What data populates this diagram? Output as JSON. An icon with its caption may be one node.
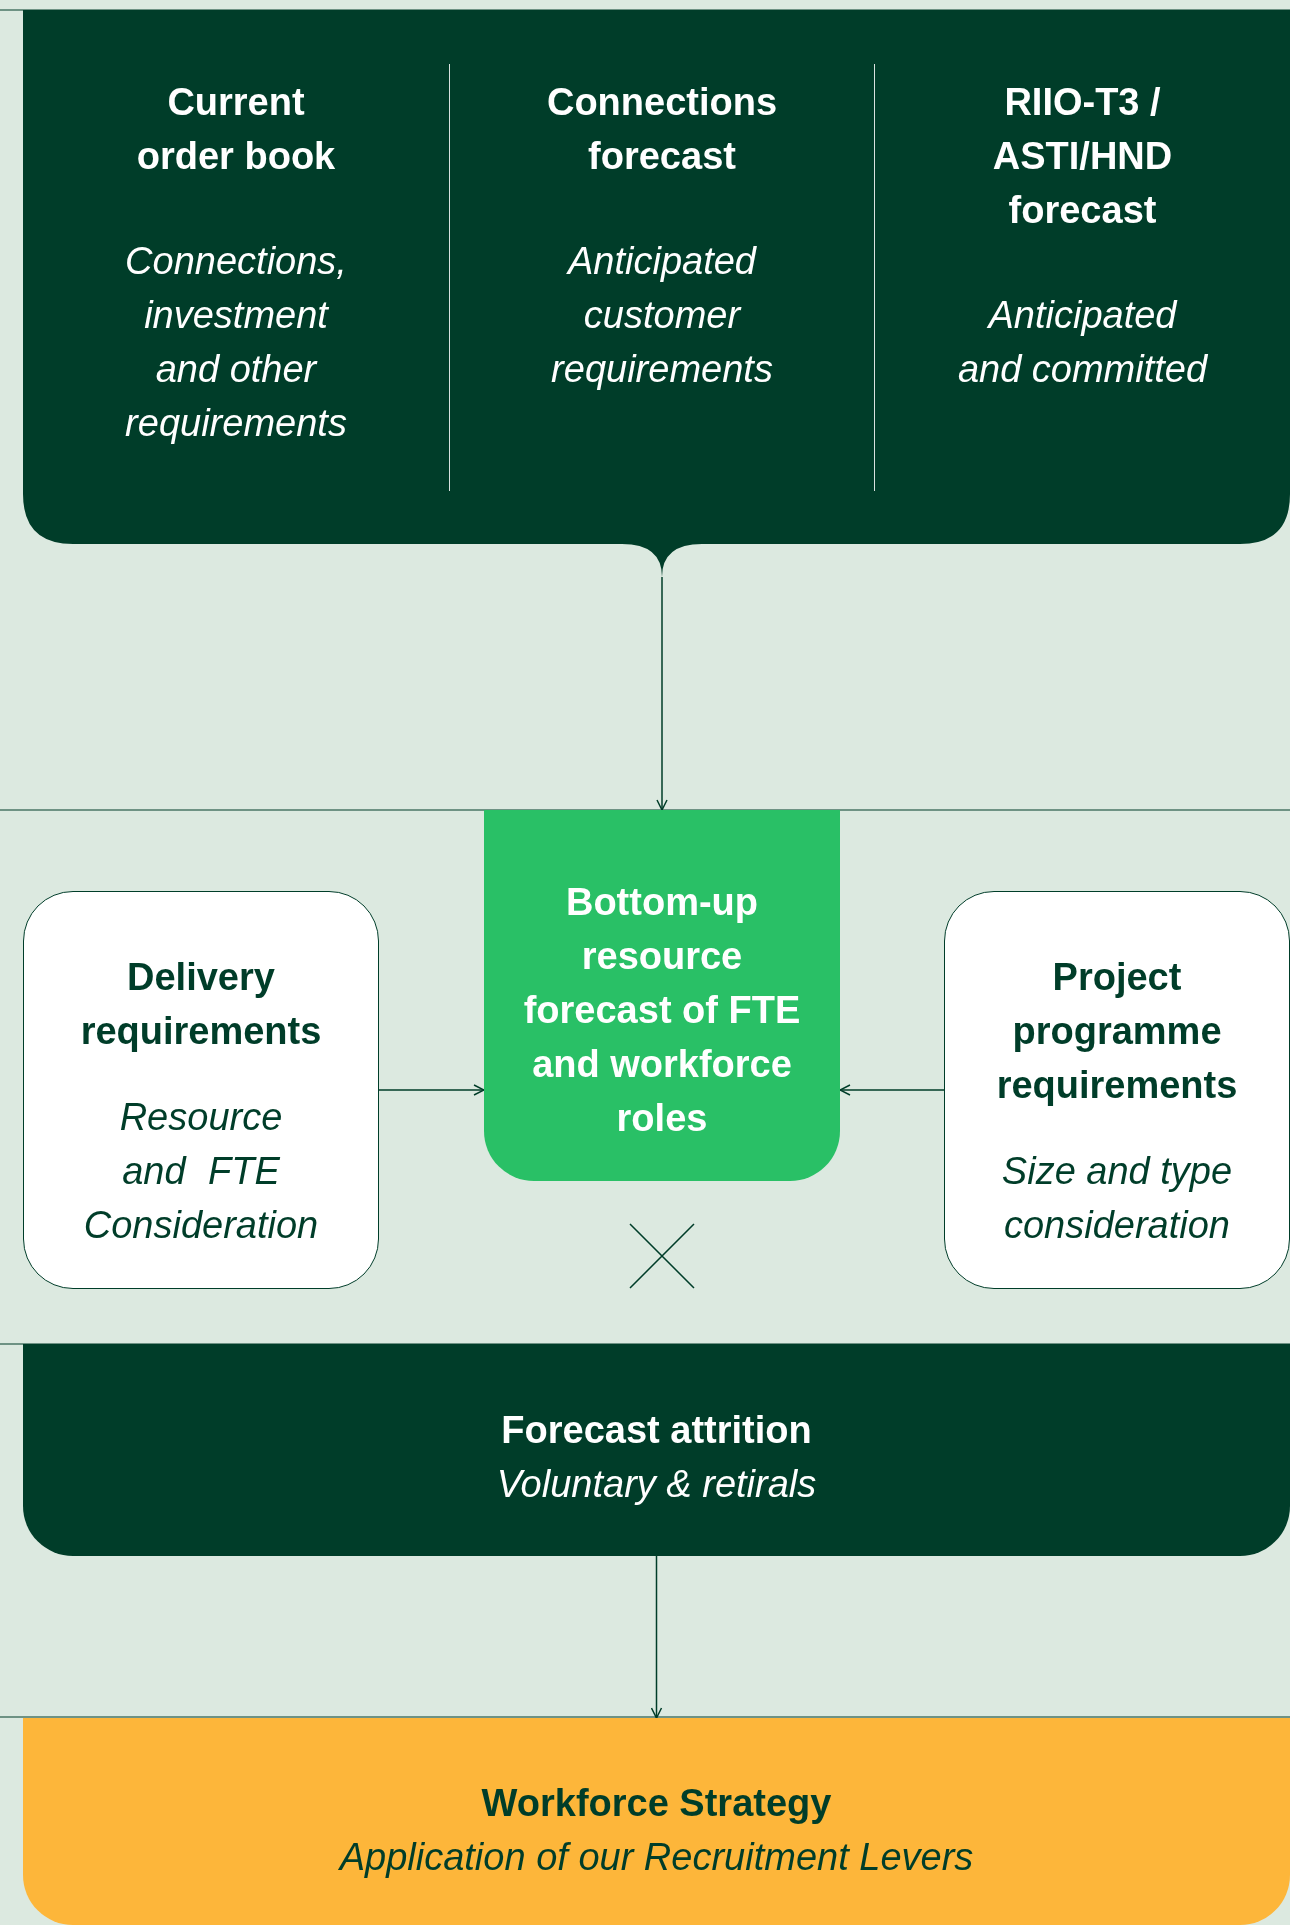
{
  "diagram": {
    "nodes": [
      {
        "text": [],
        "shape": "box"
      },
      {
        "text": [
          "Current order book",
          "Connections, investment and other requirements"
        ],
        "in": 0
      },
      {
        "text": [
          "Connections forecast",
          "Anticipated customer requirements"
        ],
        "in": 0
      },
      {
        "text": [
          "RIIO-T3 / ASTI/HND forecast",
          "Anticipated and committed"
        ],
        "in": 0
      },
      {
        "text": [
          "Bottom-up resource forecast of FTE and workforce roles"
        ]
      },
      {
        "text": [
          "Delivery requirements",
          "Resource and FTE Consideration"
        ]
      },
      {
        "text": [
          "Project programme requirements",
          "Size and type consideration"
        ]
      },
      {
        "text": [
          "Forecast attrition",
          "Voluntary & retirals"
        ]
      },
      {
        "text": [
          "Workforce Strategy",
          "Application of our Recruitment Levers"
        ]
      }
    ],
    "edges": [
      {
        "from": 0,
        "to": 4,
        "arrow": "to"
      },
      {
        "from": 5,
        "to": 4,
        "arrow": "to"
      },
      {
        "from": 6,
        "to": 4,
        "arrow": "to"
      },
      {
        "from": 7,
        "to": 8,
        "arrow": "to"
      }
    ]
  }
}
